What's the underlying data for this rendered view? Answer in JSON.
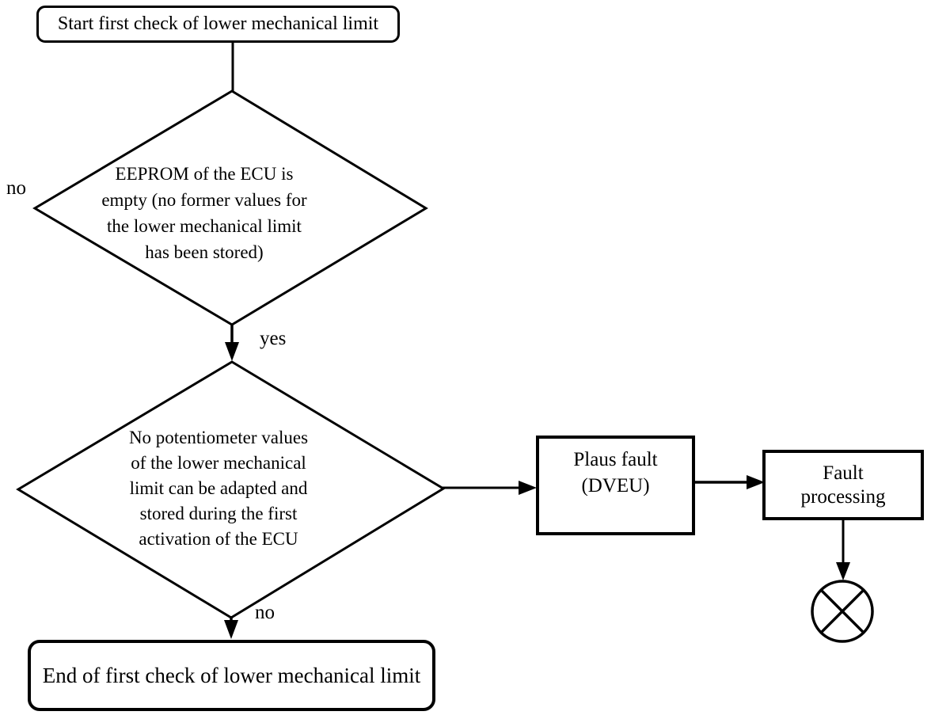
{
  "flowchart": {
    "start": {
      "label": "Start first check of lower mechanical limit"
    },
    "decision1": {
      "lines": [
        "EEPROM of the ECU is",
        "empty (no former values for",
        "the lower mechanical limit",
        "has been stored)"
      ],
      "no_label": "no",
      "yes_label": "yes"
    },
    "decision2": {
      "lines": [
        "No potentiometer values",
        "of the lower mechanical",
        "limit can be adapted and",
        "stored during the first",
        "activation of the ECU"
      ],
      "no_label": "no"
    },
    "plaus_fault": {
      "lines": [
        "Plaus fault",
        "(DVEU)"
      ]
    },
    "fault_processing": {
      "lines": [
        "Fault",
        "processing"
      ]
    },
    "end": {
      "label": "End of first check of lower mechanical limit"
    },
    "colors": {
      "line": "#000000",
      "background": "#ffffff"
    }
  }
}
